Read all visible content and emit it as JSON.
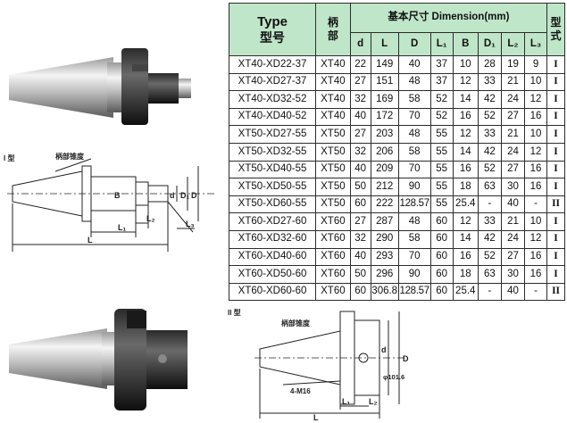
{
  "header": {
    "type_en": "Type",
    "type_cn": "型号",
    "shank_cn": [
      "柄",
      "部"
    ],
    "dimension_title": "基本尺寸 Dimension(mm)",
    "form_cn": [
      "型",
      "式"
    ],
    "columns": [
      "d",
      "L",
      "D",
      "L₁",
      "B",
      "D₁",
      "L₂",
      "L₃"
    ]
  },
  "rows": [
    {
      "type": "XT40-XD22-37",
      "shank": "XT40",
      "d": "22",
      "L": "149",
      "D": "40",
      "L1": "37",
      "B": "10",
      "D1": "28",
      "L2": "19",
      "L3": "9",
      "form": "I"
    },
    {
      "type": "XT40-XD27-37",
      "shank": "XT40",
      "d": "27",
      "L": "151",
      "D": "48",
      "L1": "37",
      "B": "12",
      "D1": "33",
      "L2": "21",
      "L3": "10",
      "form": "I"
    },
    {
      "type": "XT40-XD32-52",
      "shank": "XT40",
      "d": "32",
      "L": "169",
      "D": "58",
      "L1": "52",
      "B": "14",
      "D1": "42",
      "L2": "24",
      "L3": "12",
      "form": "I"
    },
    {
      "type": "XT40-XD40-52",
      "shank": "XT40",
      "d": "40",
      "L": "172",
      "D": "70",
      "L1": "52",
      "B": "16",
      "D1": "52",
      "L2": "27",
      "L3": "16",
      "form": "I"
    },
    {
      "type": "XT50-XD27-55",
      "shank": "XT50",
      "d": "27",
      "L": "203",
      "D": "48",
      "L1": "55",
      "B": "12",
      "D1": "33",
      "L2": "21",
      "L3": "10",
      "form": "I"
    },
    {
      "type": "XT50-XD32-55",
      "shank": "XT50",
      "d": "32",
      "L": "206",
      "D": "58",
      "L1": "55",
      "B": "14",
      "D1": "42",
      "L2": "24",
      "L3": "12",
      "form": "I"
    },
    {
      "type": "XT50-XD40-55",
      "shank": "XT50",
      "d": "40",
      "L": "209",
      "D": "70",
      "L1": "55",
      "B": "16",
      "D1": "52",
      "L2": "27",
      "L3": "16",
      "form": "I"
    },
    {
      "type": "XT50-XD50-55",
      "shank": "XT50",
      "d": "50",
      "L": "212",
      "D": "90",
      "L1": "55",
      "B": "18",
      "D1": "63",
      "L2": "30",
      "L3": "16",
      "form": "I"
    },
    {
      "type": "XT50-XD60-55",
      "shank": "XT50",
      "d": "60",
      "L": "222",
      "D": "128.57",
      "L1": "55",
      "B": "25.4",
      "D1": "-",
      "L2": "40",
      "L3": "-",
      "form": "II"
    },
    {
      "type": "XT60-XD27-60",
      "shank": "XT60",
      "d": "27",
      "L": "287",
      "D": "48",
      "L1": "60",
      "B": "12",
      "D1": "33",
      "L2": "21",
      "L3": "10",
      "form": "I"
    },
    {
      "type": "XT60-XD32-60",
      "shank": "XT60",
      "d": "32",
      "L": "290",
      "D": "58",
      "L1": "60",
      "B": "14",
      "D1": "42",
      "L2": "24",
      "L3": "12",
      "form": "I"
    },
    {
      "type": "XT60-XD40-60",
      "shank": "XT60",
      "d": "40",
      "L": "293",
      "D": "70",
      "L1": "60",
      "B": "16",
      "D1": "52",
      "L2": "27",
      "L3": "16",
      "form": "I"
    },
    {
      "type": "XT60-XD50-60",
      "shank": "XT60",
      "d": "50",
      "L": "296",
      "D": "90",
      "L1": "60",
      "B": "18",
      "D1": "63",
      "L2": "30",
      "L3": "16",
      "form": "I"
    },
    {
      "type": "XT60-XD60-60",
      "shank": "XT60",
      "d": "60",
      "L": "306.8",
      "D": "128.57",
      "L1": "60",
      "B": "25.4",
      "D1": "-",
      "L2": "40",
      "L3": "-",
      "form": "II"
    }
  ],
  "drawing1": {
    "title": "I 型",
    "taper": "柄部锥度",
    "dims": {
      "d": "d",
      "B": "B",
      "D1": "D₁",
      "D": "D",
      "L1": "L₁",
      "L2": "L₂",
      "L3": "L₃",
      "L": "L"
    }
  },
  "drawing2": {
    "title": "II 型",
    "taper": "柄部锥度",
    "pcd": "φ101.6",
    "bolts": "4-M16",
    "dims": {
      "d": "d",
      "D": "D",
      "L1": "L₁",
      "L2": "L₂",
      "L": "L"
    }
  }
}
